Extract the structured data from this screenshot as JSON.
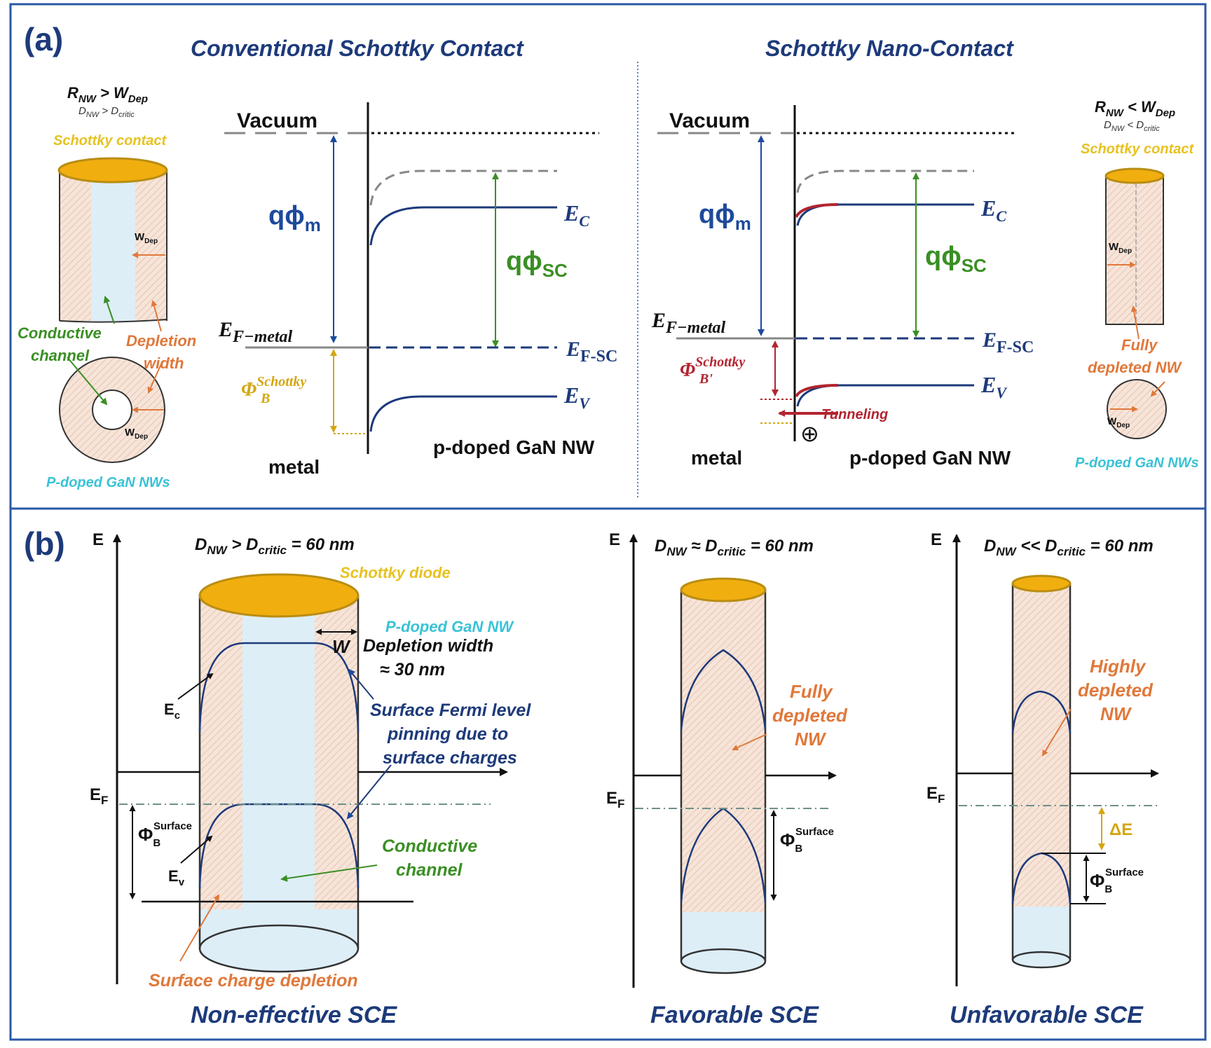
{
  "colors": {
    "frame": "#2b57a6",
    "band": "#1d3a7a",
    "gold": "#e7b521",
    "green": "#3a8f24",
    "orange": "#e0783a",
    "cyan": "#39c2d6",
    "red": "#b3242f",
    "lightblue": "#ddeef7",
    "peach": "#f3dccf"
  },
  "panel_a": {
    "label": "(a)",
    "left_title": "Conventional Schottky Contact",
    "right_title": "Schottky Nano-Contact",
    "left_inset": {
      "cond_main": "R",
      "cond_main_sub1": "NW",
      "cond_main_op": " > W",
      "cond_main_sub2": "Dep",
      "cond_small": "D",
      "cond_small_sub1": "NW",
      "cond_small_op": " > D",
      "cond_small_sub2": "critic",
      "contact": "Schottky contact",
      "wdep": "W",
      "wdep_sub": "Dep",
      "conductive_channel": [
        "Conductive",
        "channel"
      ],
      "depletion_width": [
        "Depletion",
        "width"
      ],
      "nw_label": "P-doped GaN NWs"
    },
    "left_band": {
      "vacuum": "Vacuum",
      "phi_m": "qϕ",
      "phi_m_sub": "m",
      "phi_sc": "qϕ",
      "phi_sc_sub": "SC",
      "ef_metal": "E",
      "ef_metal_sub": "F−metal",
      "ec": "E",
      "ec_sub": "C",
      "efsc": "E",
      "efsc_sub": "F-SC",
      "ev": "E",
      "ev_sub": "V",
      "phib": "Φ",
      "phib_sup": "Schottky",
      "phib_sub": "B",
      "metal": "metal",
      "sc": "p-doped GaN NW"
    },
    "right_band": {
      "vacuum": "Vacuum",
      "phi_m": "qϕ",
      "phi_m_sub": "m",
      "phi_sc": "qϕ",
      "phi_sc_sub": "SC",
      "ef_metal": "E",
      "ef_metal_sub": "F−metal",
      "ec": "E",
      "ec_sub": "C",
      "efsc": "E",
      "efsc_sub": "F-SC",
      "ev": "E",
      "ev_sub": "V",
      "phib": "Φ",
      "phib_sup": "Schottky",
      "phib_sub": "B'",
      "tunneling": "Tunneling",
      "hole": "⊕",
      "metal": "metal",
      "sc": "p-doped GaN NW"
    },
    "right_inset": {
      "cond_main": "R",
      "cond_main_sub1": "NW",
      "cond_main_op": " < W",
      "cond_main_sub2": "Dep",
      "cond_small": "D",
      "cond_small_sub1": "NW",
      "cond_small_op": " < D",
      "cond_small_sub2": "critic",
      "contact": "Schottky contact",
      "wdep": "W",
      "wdep_sub": "Dep",
      "fully_depleted": [
        "Fully",
        "depleted NW"
      ],
      "nw_label": "P-doped GaN NWs"
    }
  },
  "panel_b": {
    "label": "(b)",
    "case1": {
      "axis": "E",
      "cond": "D",
      "cond_sub1": "NW",
      "cond_op": " > D",
      "cond_sub2": "critic",
      "cond_val": " = 60 nm",
      "diode": "Schottky diode",
      "nw": "P-doped GaN NW",
      "w": "W",
      "depletion": [
        "Depletion width",
        "≈ 30 nm"
      ],
      "ec": "E",
      "ec_sub": "c",
      "ev": "E",
      "ev_sub": "v",
      "ef": "E",
      "ef_sub": "F",
      "phib": "Φ",
      "phib_sub": "B",
      "phib_sup": "Surface",
      "pinning": [
        "Surface Fermi level",
        "pinning due to",
        "surface charges"
      ],
      "channel": [
        "Conductive",
        "channel"
      ],
      "surface_dep": "Surface charge depletion",
      "caption": "Non-effective SCE"
    },
    "case2": {
      "axis": "E",
      "cond": "D",
      "cond_sub1": "NW",
      "cond_op": " ≈ D",
      "cond_sub2": "critic",
      "cond_val": " = 60 nm",
      "ef": "E",
      "ef_sub": "F",
      "phib": "Φ",
      "phib_sub": "B",
      "phib_sup": "Surface",
      "depleted": [
        "Fully",
        "depleted",
        "NW"
      ],
      "caption": "Favorable SCE"
    },
    "case3": {
      "axis": "E",
      "cond": "D",
      "cond_sub1": "NW",
      "cond_op": " << D",
      "cond_sub2": "critic",
      "cond_val": " = 60 nm",
      "ef": "E",
      "ef_sub": "F",
      "de": "ΔE",
      "phib": "Φ",
      "phib_sub": "B",
      "phib_sup": "Surface",
      "depleted": [
        "Highly",
        "depleted",
        "NW"
      ],
      "caption": "Unfavorable SCE"
    }
  }
}
